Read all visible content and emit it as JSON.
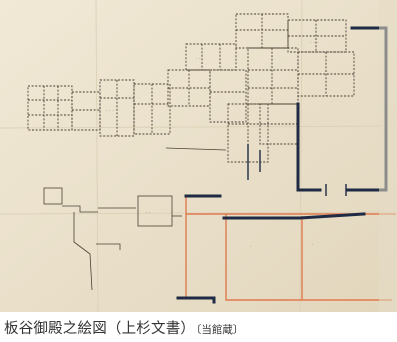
{
  "document": {
    "caption": {
      "title": "板谷御殿之絵図（上杉文書）",
      "note": "〔当館蔵〕"
    },
    "image": {
      "subject": "hand-drawn floor plan on aged paper",
      "paper_color": "#ece3cf",
      "ink_color": "#4a4034",
      "wall_color": "#1f2a44",
      "boundary_color": "#e07a4e"
    }
  }
}
